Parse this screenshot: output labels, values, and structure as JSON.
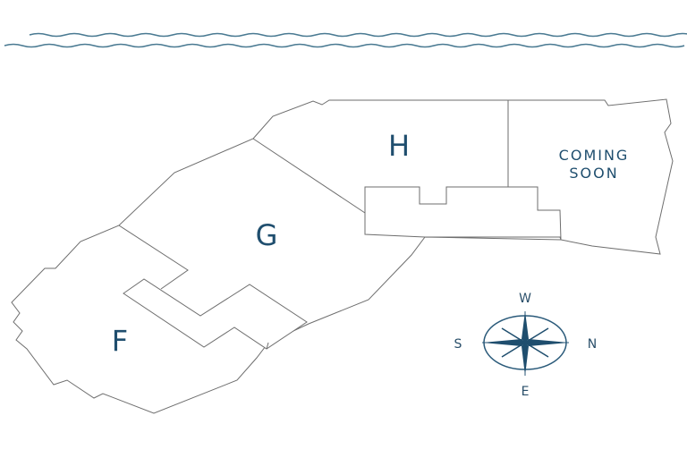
{
  "map": {
    "sections": [
      {
        "id": "F",
        "label": "F"
      },
      {
        "id": "G",
        "label": "G"
      },
      {
        "id": "H",
        "label": "H"
      }
    ],
    "coming_soon": {
      "line1": "COMING",
      "line2": "SOON"
    },
    "compass": {
      "top": "W",
      "left": "S",
      "right": "N",
      "bottom": "E"
    },
    "water_icon": "waves",
    "colors": {
      "accent": "#1f4e6e",
      "water": "#4a7a92",
      "outline": "#6e6e6e"
    }
  }
}
